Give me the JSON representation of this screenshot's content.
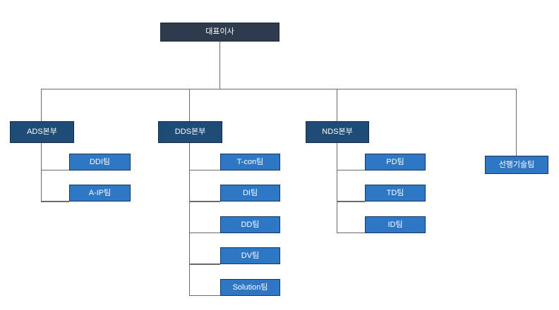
{
  "org_chart": {
    "root": {
      "label": "대표이사"
    },
    "divisions": [
      {
        "label": "ADS본부",
        "teams": [
          {
            "label": "DDI팀"
          },
          {
            "label": "A-IP팀"
          }
        ]
      },
      {
        "label": "DDS본부",
        "teams": [
          {
            "label": "T-con팀"
          },
          {
            "label": "DI팀"
          },
          {
            "label": "DD팀"
          },
          {
            "label": "DV팀"
          },
          {
            "label": "Solution팀"
          }
        ]
      },
      {
        "label": "NDS본부",
        "teams": [
          {
            "label": "PD팀"
          },
          {
            "label": "TD팀"
          },
          {
            "label": "ID팀"
          }
        ]
      }
    ],
    "direct_team": {
      "label": "선행기술팀"
    },
    "colors": {
      "executive_fill": "#2e3b4e",
      "division_fill": "#1f4c77",
      "team_fill": "#2d77c4",
      "box_border": "#17375e",
      "connector": "#6a6a6a",
      "text": "#ffffff",
      "background": "#ffffff"
    }
  }
}
